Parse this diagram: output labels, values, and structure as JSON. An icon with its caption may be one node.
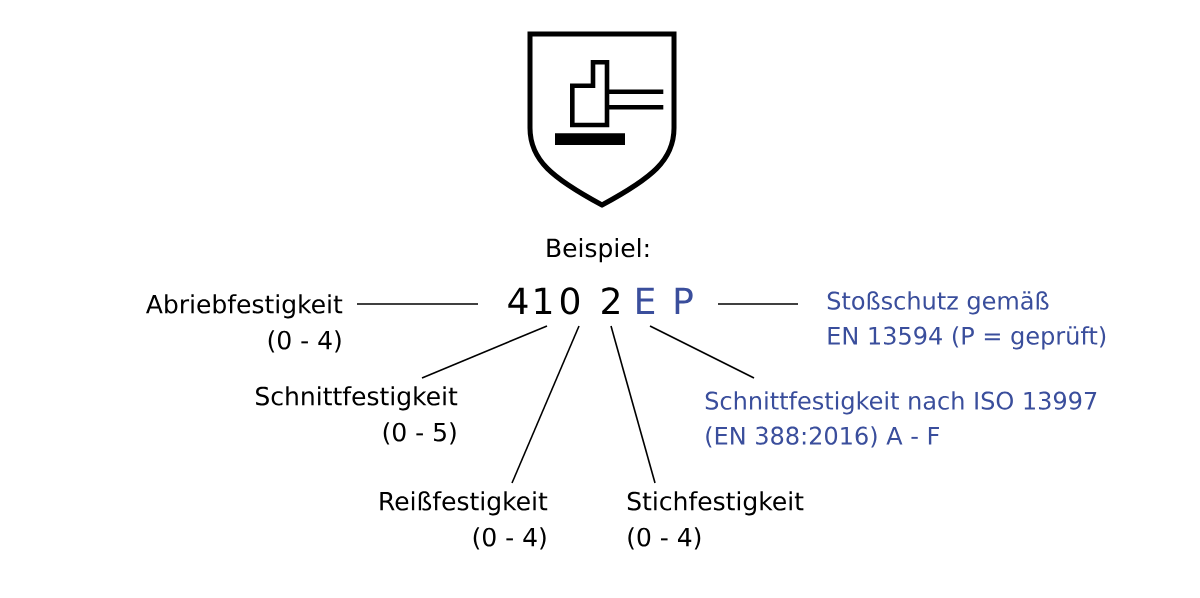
{
  "diagram": {
    "nodes": [
      {
        "text": [
          "Abriebfestigkeit (0 - 4)"
        ]
      },
      {
        "text": [
          "4"
        ]
      },
      {
        "text": [
          "1"
        ]
      },
      {
        "text": [
          "0"
        ]
      },
      {
        "text": [
          "2"
        ]
      },
      {
        "text": [
          "E"
        ]
      },
      {
        "text": [
          "P"
        ]
      },
      {
        "text": [
          "Stoßschutz gemäß EN 13594 (P = geprüft)"
        ]
      },
      {
        "text": [
          "Schnittfestigkeit (0 - 5)"
        ]
      },
      {
        "text": [
          "Schnittfestigkeit nach ISO 13997 (EN 388:2016) A - F"
        ]
      },
      {
        "text": [
          "Reißfestigkeit (0 - 4)"
        ]
      },
      {
        "text": [
          "Stichfestigkeit (0 - 4)"
        ]
      }
    ],
    "edges": [
      {
        "from": 1,
        "to": 0,
        "arrow": "none"
      },
      {
        "from": 2,
        "to": 8,
        "arrow": "none"
      },
      {
        "from": 3,
        "to": 10,
        "arrow": "none"
      },
      {
        "from": 4,
        "to": 11,
        "arrow": "none"
      },
      {
        "from": 5,
        "to": 9,
        "arrow": "none"
      },
      {
        "from": 6,
        "to": 7,
        "arrow": "none"
      }
    ],
    "labels": [
      "Beispiel:"
    ]
  }
}
